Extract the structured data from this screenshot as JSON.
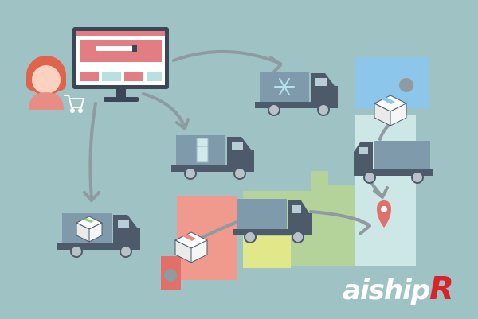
{
  "brand": {
    "name_prefix": "aiship",
    "name_suffix": "R",
    "color_primary": "#ffffff",
    "color_accent": "#d8232a"
  },
  "palette": {
    "background": "#9fc2c5",
    "truck_body": "#7f9aaa",
    "truck_cab": "#4d5a6a",
    "zone_red": "#ef9a8c",
    "zone_blue": "#8cc6ea",
    "zone_green": "#b3d39a",
    "zone_yellow": "#e1e88a",
    "zone_light": "#cde6e6",
    "arrow": "#8e9ba0",
    "pin": "#e0706b"
  },
  "icons": [
    "shopper-avatar",
    "shopping-cart-icon",
    "desktop-monitor",
    "refrigerated-truck",
    "fridge-truck",
    "parcel-truck",
    "delivery-truck",
    "parcel-box",
    "location-pin-icon",
    "snowflake-icon"
  ]
}
